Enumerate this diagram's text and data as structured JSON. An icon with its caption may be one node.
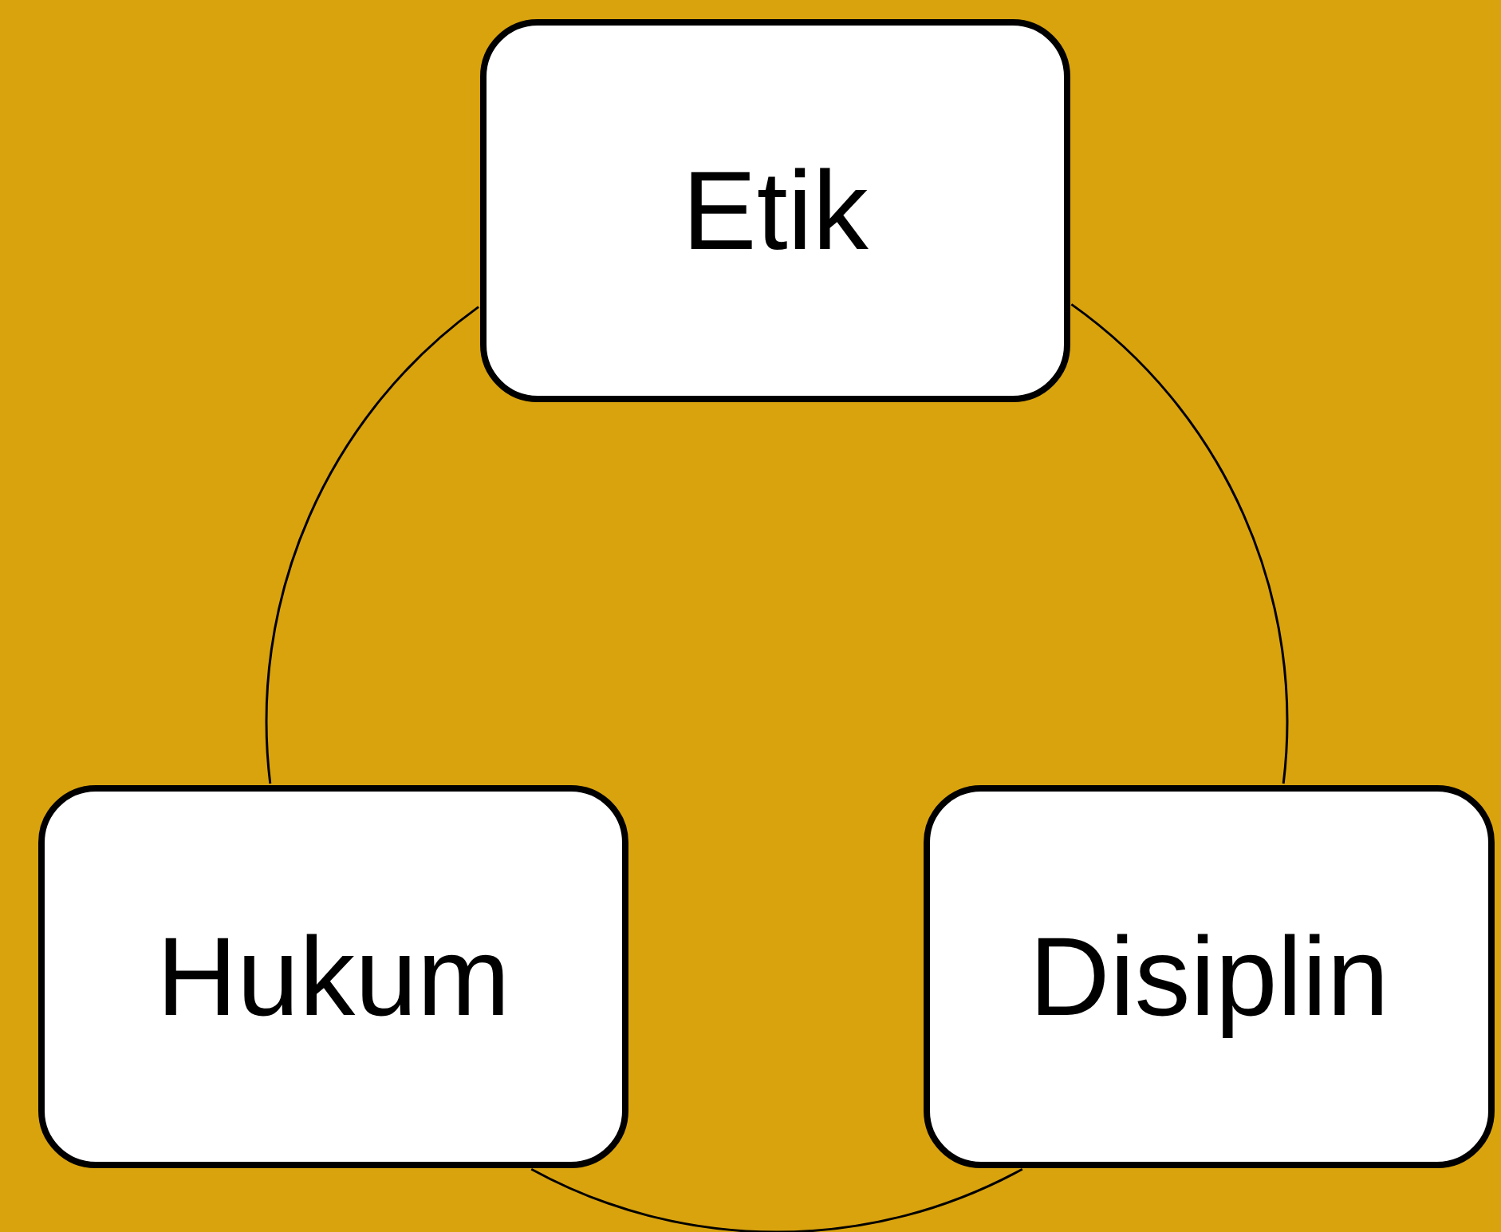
{
  "diagram": {
    "nodes": [
      {
        "text": [
          "Etik"
        ]
      },
      {
        "text": [
          "Hukum"
        ]
      },
      {
        "text": [
          "Disiplin"
        ]
      }
    ],
    "edges": [
      {
        "from": 0,
        "to": 2,
        "arrow": "none"
      },
      {
        "from": 2,
        "to": 1,
        "arrow": "none"
      },
      {
        "from": 1,
        "to": 0,
        "arrow": "none"
      }
    ]
  }
}
